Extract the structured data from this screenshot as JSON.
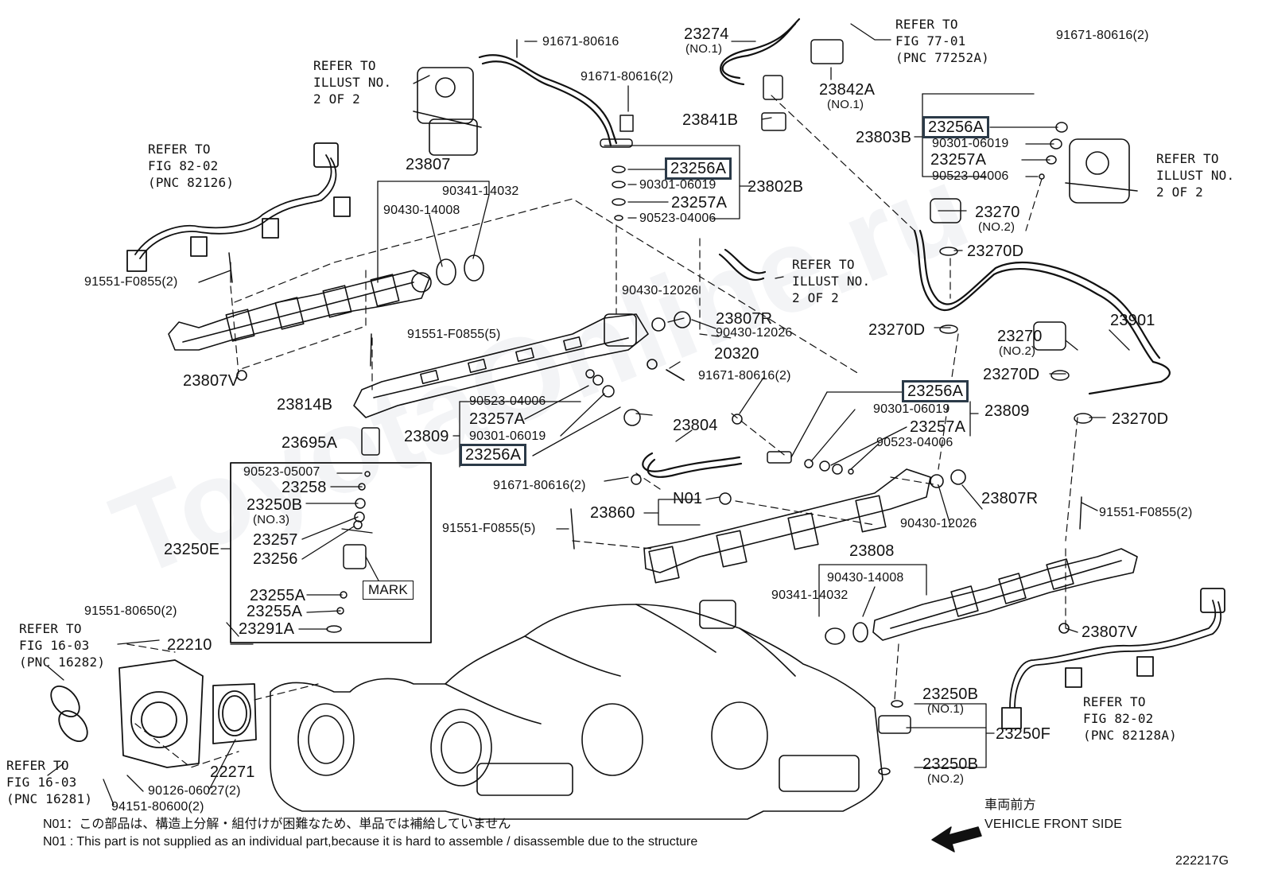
{
  "watermark": "ToyotaOnline.ru",
  "refs": {
    "illust_left": "REFER TO\nILLUST NO.\n2 OF 2",
    "illust_right": "REFER TO\nILLUST NO.\n2 OF 2",
    "illust_mid": "REFER TO\nILLUST NO.\n2 OF 2",
    "fig77": "REFER TO\nFIG 77-01\n(PNC 77252A)",
    "fig82_left": "REFER TO\nFIG 82-02\n(PNC 82126)",
    "fig82_right": "REFER TO\nFIG 82-02\n(PNC 82128A)",
    "fig16_282": "REFER TO\nFIG 16-03\n(PNC 16282)",
    "fig16_281": "REFER TO\nFIG 16-03\n(PNC 16281)"
  },
  "parts": {
    "p91671_80616_top": "91671-80616",
    "p23274": "23274",
    "p23274_sub": "(NO.1)",
    "p91671_80616_2_tr": "91671-80616(2)",
    "p91671_80616_2_mid": "91671-80616(2)",
    "p23842a": "23842A",
    "p23842a_sub": "(NO.1)",
    "p23841b": "23841B",
    "p23803b": "23803B",
    "p23256a_1": "23256A",
    "p90301_06019_r": "90301-06019",
    "p23257a_r": "23257A",
    "p90523_04006_r": "90523-04006",
    "p23807": "23807",
    "p90341_14032": "90341-14032",
    "p90430_14008": "90430-14008",
    "p23256a_2": "23256A",
    "p90301_06019_c": "90301-06019",
    "p23802b": "23802B",
    "p23257a_c": "23257A",
    "p90523_04006_c": "90523-04006",
    "p23270_top": "23270",
    "p23270_top_sub": "(NO.2)",
    "p23270d_1": "23270D",
    "p91551_f0855_2_l": "91551-F0855(2)",
    "p90430_12026_a": "90430-12026",
    "p23807r_a": "23807R",
    "p90430_12026_b": "90430-12026",
    "p20320": "20320",
    "p23270d_2": "23270D",
    "p23901": "23901",
    "p23270_mid": "23270",
    "p23270_mid_sub": "(NO.2)",
    "p23270d_3": "23270D",
    "p91551_f0855_5_a": "91551-F0855(5)",
    "p23807v_l": "23807V",
    "p23814b": "23814B",
    "p91671_80616_2_m2": "91671-80616(2)",
    "p23256a_3": "23256A",
    "p90301_06019_b": "90301-06019",
    "p23809_r": "23809",
    "p23257a_b": "23257A",
    "p90523_04006_b": "90523-04006",
    "p23270d_4": "23270D",
    "p90523_04006_l": "90523-04006",
    "p23257a_l": "23257A",
    "p23809_l": "23809",
    "p90301_06019_l": "90301-06019",
    "p23256a_4": "23256A",
    "p23804": "23804",
    "p23695a": "23695A",
    "p91671_80616_2_b": "91671-80616(2)",
    "p90523_05007": "90523-05007",
    "p23258": "23258",
    "p23250b_3": "23250B",
    "p23250b_3_sub": "(NO.3)",
    "p23257": "23257",
    "p23250e": "23250E",
    "p23256": "23256",
    "p23255a_1": "23255A",
    "p23255a_2": "23255A",
    "p23291a": "23291A",
    "mark": "MARK",
    "pN01": "N01",
    "p23860": "23860",
    "p91551_f0855_5_b": "91551-F0855(5)",
    "p90430_12026_c": "90430-12026",
    "p23807r_b": "23807R",
    "p91551_f0855_2_r": "91551-F0855(2)",
    "p23808": "23808",
    "p90430_14008_b": "90430-14008",
    "p90341_14032_b": "90341-14032",
    "p23807v_r": "23807V",
    "p91551_80650_2": "91551-80650(2)",
    "p22210": "22210",
    "p22271": "22271",
    "p90126_06027_2": "90126-06027(2)",
    "p94151_80600_2": "94151-80600(2)",
    "p23250b_1": "23250B",
    "p23250b_1_sub": "(NO.1)",
    "p23250f": "23250F",
    "p23250b_2": "23250B",
    "p23250b_2_sub": "(NO.2)"
  },
  "notes": {
    "jp": "N01：この部品は、構造上分解・組付けが困難なため、単品では補給していません",
    "en": "N01 : This part is not supplied as an individual part,because it is hard to assemble / disassemble due to the structure"
  },
  "front": {
    "jp": "車両前方",
    "en": "VEHICLE FRONT SIDE"
  },
  "fig_code": "222217G"
}
